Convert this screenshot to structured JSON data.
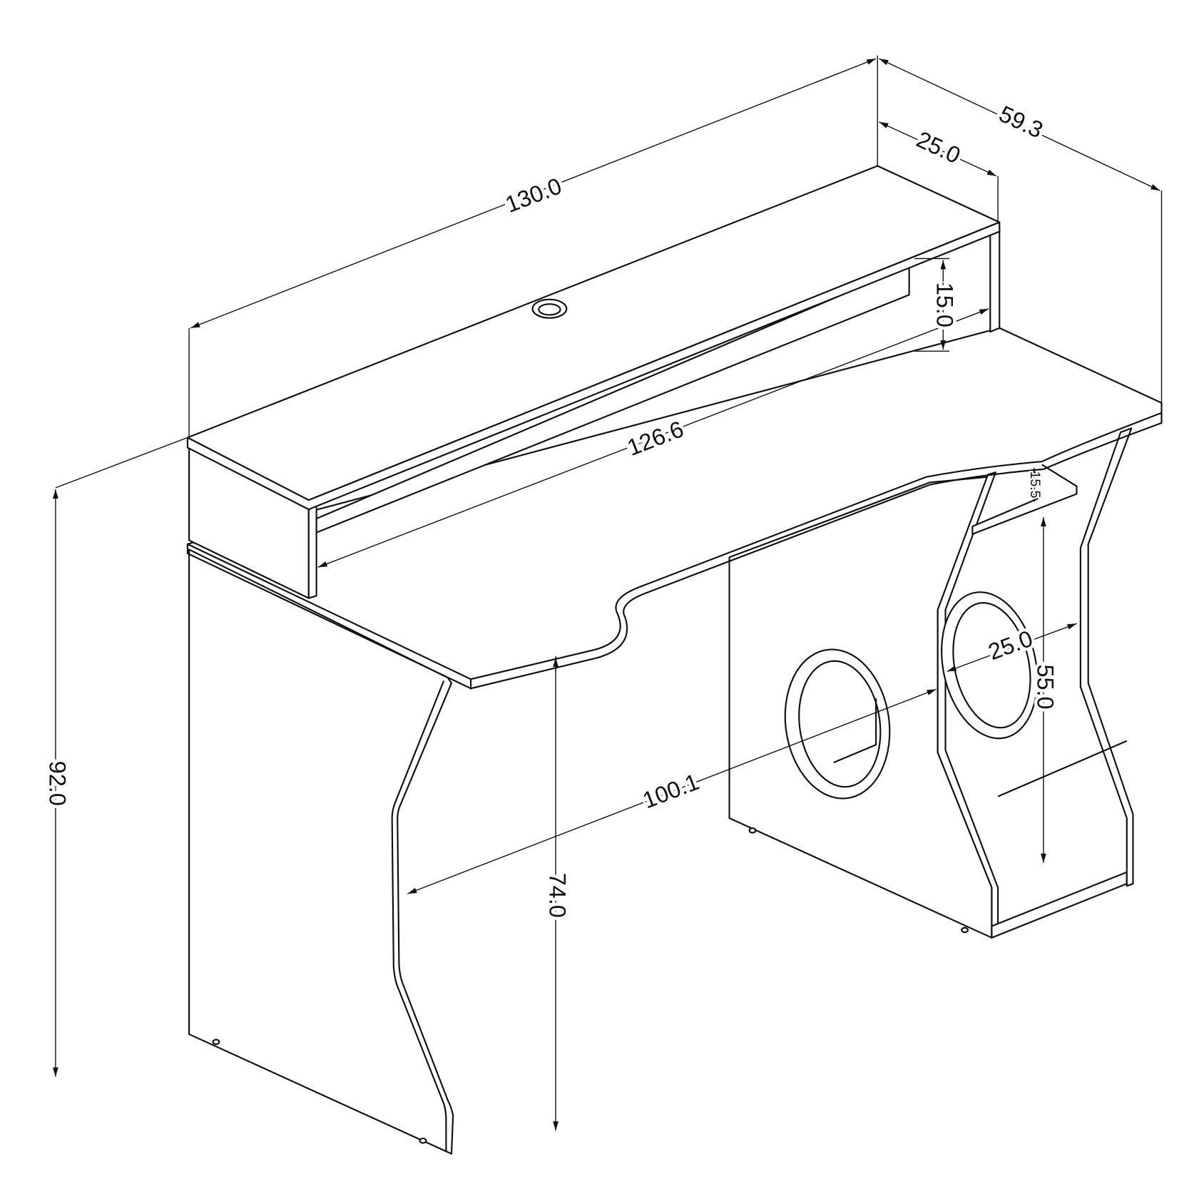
{
  "title": "Desk dimension drawing",
  "dimensions": {
    "overall_width": "130.0",
    "overall_depth": "59.3",
    "hutch_depth": "25.0",
    "hutch_height": "15.0",
    "hutch_inner_width": "126.6",
    "shelf_gap": "15.5",
    "cabinet_opening_height": "55.0",
    "cabinet_width": "25.0",
    "leg_clearance_width": "100.1",
    "desk_height": "74.0",
    "overall_height": "92.0"
  }
}
